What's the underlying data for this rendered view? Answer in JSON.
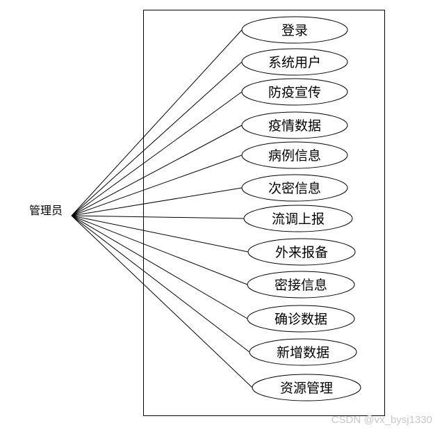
{
  "actor": {
    "label": "管理员"
  },
  "use_cases": [
    {
      "label": "登录"
    },
    {
      "label": "系统用户"
    },
    {
      "label": "防疫宣传"
    },
    {
      "label": "疫情数据"
    },
    {
      "label": "病例信息"
    },
    {
      "label": "次密信息"
    },
    {
      "label": "流调上报"
    },
    {
      "label": "外来报备"
    },
    {
      "label": "密接信息"
    },
    {
      "label": "确诊数据"
    },
    {
      "label": "新增数据"
    },
    {
      "label": "资源管理"
    }
  ],
  "watermark": {
    "text": "CSDN @vx_bysj1330"
  }
}
